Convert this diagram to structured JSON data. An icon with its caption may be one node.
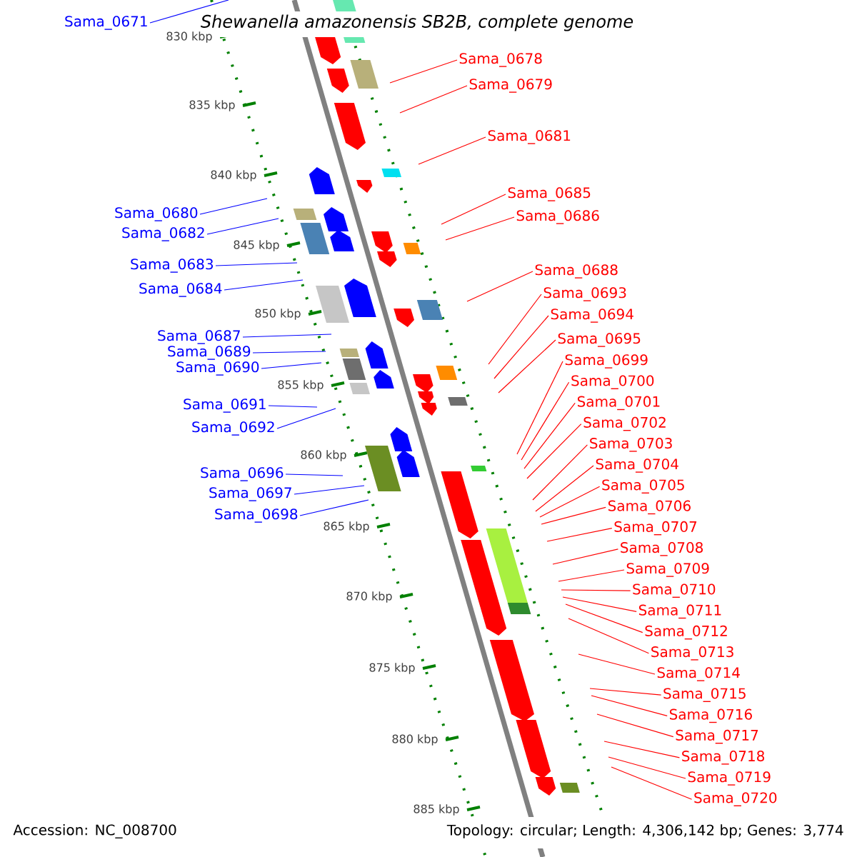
{
  "diagram": {
    "title": "Shewanella amazonensis SB2B, complete genome",
    "nodes": [
      {
        "text": [
          "Sama_0671"
        ]
      },
      {
        "text": [
          "Sama_0680"
        ]
      },
      {
        "text": [
          "Sama_0682"
        ]
      },
      {
        "text": [
          "Sama_0683"
        ]
      },
      {
        "text": [
          "Sama_0684"
        ]
      },
      {
        "text": [
          "Sama_0687"
        ]
      },
      {
        "text": [
          "Sama_0689"
        ]
      },
      {
        "text": [
          "Sama_0690"
        ]
      },
      {
        "text": [
          "Sama_0691"
        ]
      },
      {
        "text": [
          "Sama_0692"
        ]
      },
      {
        "text": [
          "Sama_0696"
        ]
      },
      {
        "text": [
          "Sama_0697"
        ]
      },
      {
        "text": [
          "Sama_0698"
        ]
      },
      {
        "text": [
          "Sama_0678"
        ]
      },
      {
        "text": [
          "Sama_0679"
        ]
      },
      {
        "text": [
          "Sama_0681"
        ]
      },
      {
        "text": [
          "Sama_0685"
        ]
      },
      {
        "text": [
          "Sama_0686"
        ]
      },
      {
        "text": [
          "Sama_0688"
        ]
      },
      {
        "text": [
          "Sama_0693"
        ]
      },
      {
        "text": [
          "Sama_0694"
        ]
      },
      {
        "text": [
          "Sama_0695"
        ]
      },
      {
        "text": [
          "Sama_0699"
        ]
      },
      {
        "text": [
          "Sama_0700"
        ]
      },
      {
        "text": [
          "Sama_0701"
        ]
      },
      {
        "text": [
          "Sama_0702"
        ]
      },
      {
        "text": [
          "Sama_0703"
        ]
      },
      {
        "text": [
          "Sama_0704"
        ]
      },
      {
        "text": [
          "Sama_0705"
        ]
      },
      {
        "text": [
          "Sama_0706"
        ]
      },
      {
        "text": [
          "Sama_0707"
        ]
      },
      {
        "text": [
          "Sama_0708"
        ]
      },
      {
        "text": [
          "Sama_0709"
        ]
      },
      {
        "text": [
          "Sama_0710"
        ]
      },
      {
        "text": [
          "Sama_0711"
        ]
      },
      {
        "text": [
          "Sama_0712"
        ]
      },
      {
        "text": [
          "Sama_0713"
        ]
      },
      {
        "text": [
          "Sama_0714"
        ]
      },
      {
        "text": [
          "Sama_0715"
        ]
      },
      {
        "text": [
          "Sama_0716"
        ]
      },
      {
        "text": [
          "Sama_0717"
        ]
      },
      {
        "text": [
          "Sama_0718"
        ]
      },
      {
        "text": [
          "Sama_0719"
        ]
      },
      {
        "text": [
          "Sama_0720"
        ]
      }
    ],
    "edges": [
      {
        "from": 0,
        "to": null,
        "arrow": "none",
        "color": "#0000ff"
      },
      {
        "from": 1,
        "to": null,
        "arrow": "none",
        "color": "#0000ff"
      },
      {
        "from": 2,
        "to": null,
        "arrow": "none",
        "color": "#0000ff"
      },
      {
        "from": 3,
        "to": null,
        "arrow": "none",
        "color": "#0000ff"
      },
      {
        "from": 4,
        "to": null,
        "arrow": "none",
        "color": "#0000ff"
      },
      {
        "from": 5,
        "to": null,
        "arrow": "none",
        "color": "#0000ff"
      },
      {
        "from": 6,
        "to": null,
        "arrow": "none",
        "color": "#0000ff"
      },
      {
        "from": 7,
        "to": null,
        "arrow": "none",
        "color": "#0000ff"
      },
      {
        "from": 8,
        "to": null,
        "arrow": "none",
        "color": "#0000ff"
      },
      {
        "from": 9,
        "to": null,
        "arrow": "none",
        "color": "#0000ff"
      },
      {
        "from": 10,
        "to": null,
        "arrow": "none",
        "color": "#0000ff"
      },
      {
        "from": 11,
        "to": null,
        "arrow": "none",
        "color": "#0000ff"
      },
      {
        "from": 12,
        "to": null,
        "arrow": "none",
        "color": "#0000ff"
      },
      {
        "from": 13,
        "to": null,
        "arrow": "none"
      },
      {
        "from": 14,
        "to": null,
        "arrow": "none"
      },
      {
        "from": 15,
        "to": null,
        "arrow": "none"
      },
      {
        "from": 16,
        "to": null,
        "arrow": "none"
      },
      {
        "from": 17,
        "to": null,
        "arrow": "none"
      },
      {
        "from": 18,
        "to": null,
        "arrow": "none"
      },
      {
        "from": 19,
        "to": null,
        "arrow": "none"
      },
      {
        "from": 20,
        "to": null,
        "arrow": "none"
      },
      {
        "from": 21,
        "to": null,
        "arrow": "none"
      },
      {
        "from": 22,
        "to": null,
        "arrow": "none"
      },
      {
        "from": 23,
        "to": null,
        "arrow": "none"
      },
      {
        "from": 24,
        "to": null,
        "arrow": "none"
      },
      {
        "from": 25,
        "to": null,
        "arrow": "none"
      },
      {
        "from": 26,
        "to": null,
        "arrow": "none"
      },
      {
        "from": 27,
        "to": null,
        "arrow": "none"
      },
      {
        "from": 28,
        "to": null,
        "arrow": "none"
      },
      {
        "from": 29,
        "to": null,
        "arrow": "none"
      },
      {
        "from": 30,
        "to": null,
        "arrow": "none"
      },
      {
        "from": 31,
        "to": null,
        "arrow": "none"
      },
      {
        "from": 32,
        "to": null,
        "arrow": "none"
      },
      {
        "from": 33,
        "to": null,
        "arrow": "none"
      },
      {
        "from": 34,
        "to": null,
        "arrow": "none"
      },
      {
        "from": 35,
        "to": null,
        "arrow": "none"
      },
      {
        "from": 36,
        "to": null,
        "arrow": "none"
      },
      {
        "from": 37,
        "to": null,
        "arrow": "none"
      },
      {
        "from": 38,
        "to": null,
        "arrow": "none"
      },
      {
        "from": 39,
        "to": null,
        "arrow": "none"
      },
      {
        "from": 40,
        "to": null,
        "arrow": "none"
      },
      {
        "from": 41,
        "to": null,
        "arrow": "none"
      },
      {
        "from": 42,
        "to": null,
        "arrow": "none"
      },
      {
        "from": 43,
        "to": null,
        "arrow": "none"
      }
    ],
    "labels": [
      "830 kbp",
      "835 kbp",
      "840 kbp",
      "845 kbp",
      "850 kbp",
      "855 kbp",
      "860 kbp",
      "865 kbp",
      "870 kbp",
      "875 kbp",
      "880 kbp",
      "885 kbp",
      "Accession: NC_008700",
      "Topology: circular; Length: 4,306,142 bp; Genes: 3,774"
    ]
  }
}
